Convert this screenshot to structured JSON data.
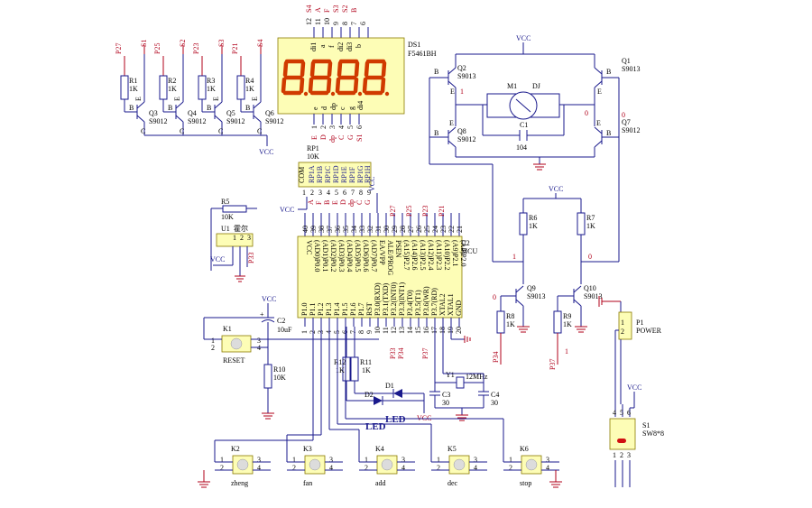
{
  "colors": {
    "wire": "#1a1a8c",
    "net": "#b0001a",
    "body": "#fdfdb6",
    "segment": "#d03a00"
  },
  "display": {
    "ref": "DS1",
    "part": "F5461BH",
    "digits": "8.8.8.8",
    "top_pins": [
      "12",
      "11",
      "10",
      "9",
      "8",
      "7",
      "6"
    ],
    "top_nets": [
      "S4",
      "A",
      "F",
      "S3",
      "S2",
      "B"
    ],
    "top_seg_labels": [
      "di1",
      "a",
      "f",
      "di2",
      "di3",
      "b"
    ],
    "bottom_pins": [
      "1",
      "2",
      "3",
      "4",
      "5",
      "6"
    ],
    "bottom_nets": [
      "E",
      "D",
      "dp",
      "C",
      "G",
      "S1"
    ],
    "bottom_seg_labels": [
      "e",
      "d",
      "dp",
      "c",
      "g",
      "di4"
    ]
  },
  "digit_drivers": {
    "ports": [
      "P27",
      "P25",
      "P23",
      "P21"
    ],
    "selects": [
      "S1",
      "S2",
      "S3",
      "S4"
    ],
    "resistors": [
      {
        "ref": "R1",
        "value": "1K"
      },
      {
        "ref": "R2",
        "value": "1K"
      },
      {
        "ref": "R3",
        "value": "1K"
      },
      {
        "ref": "R4",
        "value": "1K"
      }
    ],
    "transistors": [
      {
        "ref": "Q3",
        "part": "S9012"
      },
      {
        "ref": "Q4",
        "part": "S9012"
      },
      {
        "ref": "Q5",
        "part": "S9012"
      },
      {
        "ref": "Q6",
        "part": "S9012"
      }
    ],
    "pin_b": "B",
    "pin_c": "C",
    "pin_e": "E",
    "vcc": "VCC"
  },
  "resistor_pack": {
    "ref": "RP1",
    "value": "10K",
    "com": "COM",
    "elements": [
      "RP1A",
      "RP1B",
      "RP1C",
      "RP1D",
      "RP1E",
      "RP1F",
      "RP1G",
      "RP1H"
    ],
    "pins": [
      "1",
      "2",
      "3",
      "4",
      "5",
      "6",
      "7",
      "8",
      "9"
    ],
    "nets": [
      "A",
      "F",
      "B",
      "E",
      "D",
      "dp",
      "C",
      "G"
    ],
    "vcc": "VCC"
  },
  "hall": {
    "ref": "U1",
    "name": "霍尔",
    "pins": [
      "1",
      "2",
      "3"
    ],
    "resistor": {
      "ref": "R5",
      "value": "10K"
    },
    "vcc": "VCC",
    "net": "P33"
  },
  "mcu": {
    "ref": "U2",
    "type": "MCU",
    "top_pins": [
      "40",
      "39",
      "38",
      "37",
      "36",
      "35",
      "34",
      "33",
      "32",
      "31",
      "30",
      "29",
      "28",
      "27",
      "26",
      "25",
      "24",
      "23",
      "22",
      "21"
    ],
    "top_nets": [
      "P27",
      "P25",
      "P23",
      "P21"
    ],
    "left_signals": [
      "VCC",
      "(AD0)P0.0",
      "(AD1)P0.1",
      "(AD2)P0.2",
      "(AD3)P0.3",
      "(AD4)P0.4",
      "(AD5)P0.5",
      "(AD6)P0.6",
      "(AD7)P0.7",
      "EA/VPP",
      "ALE/PROG",
      "PSEN",
      "(A15)P2.7",
      "(A14)P2.6",
      "(A13)P2.5",
      "(A12)P2.4",
      "(A11)P2.3",
      "(A10)P2.2",
      "(A9)P2.1",
      "(A8)P2.0"
    ],
    "bottom_signals": [
      "P1.0",
      "P1.1",
      "P1.2",
      "P1.3",
      "P1.4",
      "P1.5",
      "P1.6",
      "P1.7",
      "RST",
      "P3.0(RXD)",
      "P3.1(TXD)",
      "P3.2(INT0)",
      "P3.3(INT1)",
      "P3.4(T0)",
      "P3.5(T1)",
      "P3.6(WR)",
      "P3.7(RD)",
      "XTAL2",
      "XTAL1",
      "GND"
    ],
    "bottom_pins": [
      "1",
      "2",
      "3",
      "4",
      "5",
      "6",
      "7",
      "8",
      "9",
      "10",
      "11",
      "12",
      "13",
      "14",
      "15",
      "16",
      "17",
      "18",
      "19",
      "20"
    ],
    "bottom_nets": [
      "P33",
      "P34",
      "P37"
    ]
  },
  "reset": {
    "ref": "K1",
    "name": "RESET",
    "pins": [
      "1",
      "2",
      "3",
      "4"
    ],
    "cap": {
      "ref": "C2",
      "value": "10uF"
    },
    "resistor": {
      "ref": "R10",
      "value": "10K"
    },
    "vcc": "VCC"
  },
  "leds": {
    "d1": {
      "ref": "D1",
      "label": "LED"
    },
    "d2": {
      "ref": "D2",
      "label": "LED"
    },
    "r11": {
      "ref": "R11",
      "value": "1K"
    },
    "r12": {
      "ref": "R12",
      "value": "1K"
    },
    "vcc": "VCC"
  },
  "crystal": {
    "ref": "Y1",
    "value": "12MHz",
    "c3": {
      "ref": "C3",
      "value": "30"
    },
    "c4": {
      "ref": "C4",
      "value": "30"
    }
  },
  "keys": [
    {
      "ref": "K2",
      "name": "zheng"
    },
    {
      "ref": "K3",
      "name": "fan"
    },
    {
      "ref": "K4",
      "name": "add"
    },
    {
      "ref": "K5",
      "name": "dec"
    },
    {
      "ref": "K6",
      "name": "stop"
    }
  ],
  "key_pins": [
    "1",
    "2",
    "3",
    "4"
  ],
  "hbridge": {
    "vcc": "VCC",
    "q1": {
      "ref": "Q1",
      "part": "S9013"
    },
    "q2": {
      "ref": "Q2",
      "part": "S9013"
    },
    "q7": {
      "ref": "Q7",
      "part": "S9012"
    },
    "q8": {
      "ref": "Q8",
      "part": "S9012"
    },
    "motor": {
      "ref": "M1",
      "label": "DJ"
    },
    "cap": {
      "ref": "C1",
      "value": "104"
    },
    "level_left": "1",
    "level_right": "0",
    "level_q7": "0"
  },
  "drivers": {
    "vcc": "VCC",
    "r6": {
      "ref": "R6",
      "value": "1K"
    },
    "r7": {
      "ref": "R7",
      "value": "1K"
    },
    "r8": {
      "ref": "R8",
      "value": "1K"
    },
    "r9": {
      "ref": "R9",
      "value": "1K"
    },
    "q9": {
      "ref": "Q9",
      "part": "S9013"
    },
    "q10": {
      "ref": "Q10",
      "part": "S9013"
    },
    "level_q9_top": "1",
    "level_q10_top": "0",
    "level_q9_in": "0",
    "level_q10_in": "1",
    "net_q9": "P34",
    "net_q10": "P37"
  },
  "power": {
    "ref": "P1",
    "name": "POWER",
    "pins": [
      "1",
      "2"
    ]
  },
  "switch": {
    "ref": "S1",
    "part": "SW8*8",
    "pins": [
      "1",
      "2",
      "3",
      "4",
      "5",
      "6"
    ],
    "vcc": "VCC"
  }
}
